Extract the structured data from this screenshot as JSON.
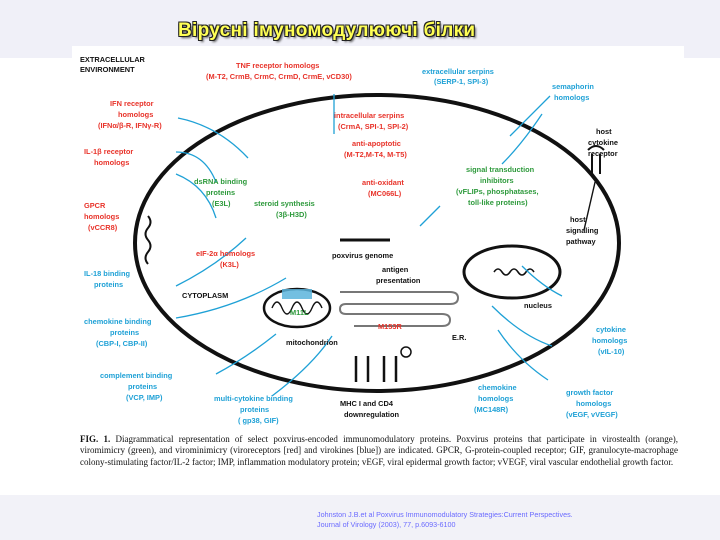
{
  "slide": {
    "title": "Вірусні імуномодулюючі білки",
    "citation_line1": "Johnston J.B.et al Poxvirus Immunomodulatory Strategies:Current Perspectives.",
    "citation_line2": "Journal of Virology (2003), 77, p.6093-6100"
  },
  "figure": {
    "caption_fig": "FIG. 1.",
    "caption_lead": "Diagrammatical representation of select poxvirus-encoded immunomodulatory proteins.",
    "caption_body": "Poxvirus proteins that participate in virostealth (orange), viromimicry (green), and virominimicry (viroreceptors [red] and virokines [blue]) are indicated. GPCR, G-protein-coupled receptor; GIF, granulocyte-macrophage colony-stimulating factor/IL-2 factor; IMP, inflammation modulatory protein; vEGF, viral epidermal growth factor; vVEGF, viral vascular endothelial growth factor.",
    "labels": {
      "extracellular_1": "EXTRACELLULAR",
      "extracellular_2": "ENVIRONMENT",
      "tnf_1": "TNF receptor homologs",
      "tnf_2": "(M-T2, CrmB, CrmC, CrmD, CrmE, vCD30)",
      "ext_serpins_1": "extracellular serpins",
      "ext_serpins_2": "(SERP-1, SPI-3)",
      "semaphorin_1": "semaphorin",
      "semaphorin_2": "homologs",
      "ifn_1": "IFN receptor",
      "ifn_2": "homologs",
      "ifn_3": "(IFNα/β-R, IFNγ-R)",
      "il1_1": "IL-1β receptor",
      "il1_2": "homologs",
      "gpcr_1": "GPCR",
      "gpcr_2": "homologs",
      "gpcr_3": "(vCCR8)",
      "il18_1": "IL-18 binding",
      "il18_2": "proteins",
      "chemokine_bp_1": "chemokine binding",
      "chemokine_bp_2": "proteins",
      "chemokine_bp_3": "(CBP-I, CBP-II)",
      "complement_1": "complement binding",
      "complement_2": "proteins",
      "complement_3": "(VCP, IMP)",
      "multicytokine_1": "multi-cytokine binding",
      "multicytokine_2": "proteins",
      "multicytokine_3": "( gp38, GIF)",
      "host_cytokine_1": "host",
      "host_cytokine_2": "cytokine",
      "host_cytokine_3": "receptor",
      "host_signaling_1": "host",
      "host_signaling_2": "signaling",
      "host_signaling_3": "pathway",
      "cytokine_hom_1": "cytokine",
      "cytokine_hom_2": "homologs",
      "cytokine_hom_3": "(vIL-10)",
      "chemokine_hom_1": "chemokine",
      "chemokine_hom_2": "homologs",
      "chemokine_hom_3": "(MC148R)",
      "growth_1": "growth factor",
      "growth_2": "homologs",
      "growth_3": "(vEGF, vVEGF)",
      "intra_serpins_1": "intracellular serpins",
      "intra_serpins_2": "(CrmA, SPI-1, SPI-2)",
      "antiapop_1": "anti-apoptotic",
      "antiapop_2": "(M-T2,M-T4, M-T5)",
      "antioxidant_1": "anti-oxidant",
      "antioxidant_2": "(MC066L)",
      "signal_1": "signal transduction",
      "signal_2": "inhibitors",
      "signal_3": "(vFLIPs, phosphatases,",
      "signal_4": "toll-like proteins)",
      "dsrna_1": "dsRNA binding",
      "dsrna_2": "proteins",
      "dsrna_3": "(E3L)",
      "steroid_1": "steroid synthesis",
      "steroid_2": "(3β-H3D)",
      "eif_1": "eIF-2α homologs",
      "eif_2": "(K3L)",
      "poxvirus_genome": "poxvirus genome",
      "antigen_1": "antigen",
      "antigen_2": "presentation",
      "cytoplasm": "CYTOPLASM",
      "m11l": "M11L",
      "mitochondrion": "mitochondrion",
      "m153r": "M153R",
      "er": "E.R.",
      "nucleus": "nucleus",
      "mhc_1": "MHC I and CD4",
      "mhc_2": "downregulation"
    }
  },
  "colors": {
    "title_yellow": "#ffff55",
    "virostealth_orange": "#e8332a",
    "viromimicry_green": "#2e9a3c",
    "virokine_blue": "#1fa1d6",
    "citation_blue": "#6a6aff"
  }
}
